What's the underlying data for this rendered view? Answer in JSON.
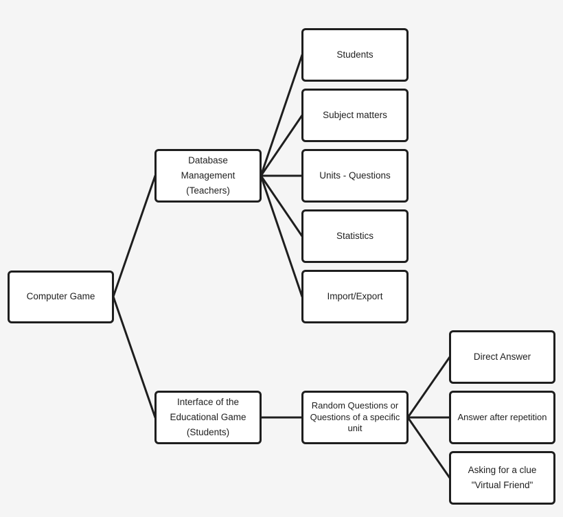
{
  "diagram": {
    "root": {
      "label": "Computer Game"
    },
    "database": {
      "label": "Database\nManagement\n(Teachers)",
      "children": [
        "Students",
        "Subject matters",
        "Units - Questions",
        "Statistics",
        "Import/Export"
      ]
    },
    "interface": {
      "label": "Interface of the\nEducational Game\n(Students)"
    },
    "random": {
      "label": "Random Questions  or\nQuestions of a specific\nunit"
    },
    "answers": [
      "Direct Answer",
      "Answer after repetition",
      "Asking for a  clue\n\"Virtual Friend\""
    ]
  }
}
